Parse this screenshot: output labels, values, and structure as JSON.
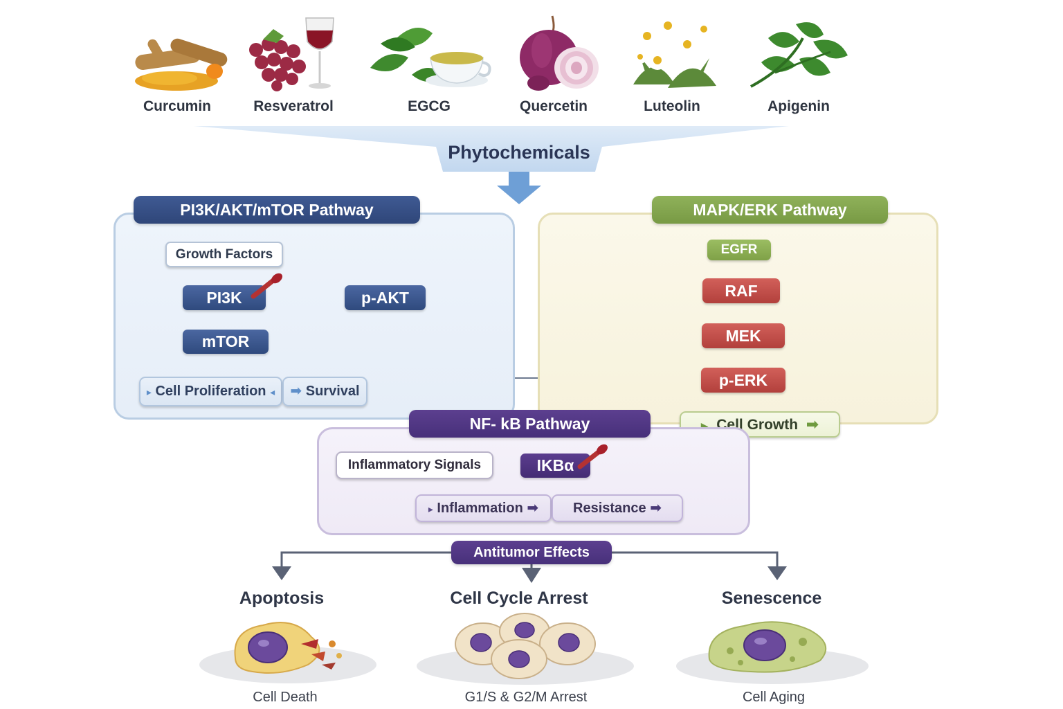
{
  "sources": [
    {
      "name": "Curcumin"
    },
    {
      "name": "Resveratrol"
    },
    {
      "name": "EGCG"
    },
    {
      "name": "Quercetin"
    },
    {
      "name": "Luteolin"
    },
    {
      "name": "Apigenin"
    }
  ],
  "funnel": {
    "title": "Phytochemicals"
  },
  "pi3k": {
    "title": "PI3K/AKT/mTOR Pathway",
    "growth_factors": "Growth Factors",
    "pi3k": "PI3K",
    "pakt": "p-AKT",
    "mtor": "mTOR",
    "proliferation": "Cell Proliferation",
    "survival": "Survival"
  },
  "mapk": {
    "title": "MAPK/ERK Pathway",
    "egfr": "EGFR",
    "raf": "RAF",
    "mek": "MEK",
    "perk": "p-ERK",
    "cell_growth": "Cell Growth"
  },
  "nfkb": {
    "title": "NF- kB Pathway",
    "inflammatory": "Inflammatory Signals",
    "ikba": "IKBα",
    "inflammation": "Inflammation",
    "resistance": "Resistance"
  },
  "antitumor": {
    "title": "Antitumor Effects"
  },
  "effects": [
    {
      "title": "Apoptosis",
      "subtitle": "Cell Death"
    },
    {
      "title": "Cell Cycle Arrest",
      "subtitle": "G1/S & G2/M Arrest"
    },
    {
      "title": "Senescence",
      "subtitle": "Cell Aging"
    }
  ],
  "colors": {
    "pi3k_header": "#2f4679",
    "mapk_header": "#789a44",
    "nfkb_header": "#47307a",
    "mapk_node": "#b2403c"
  }
}
